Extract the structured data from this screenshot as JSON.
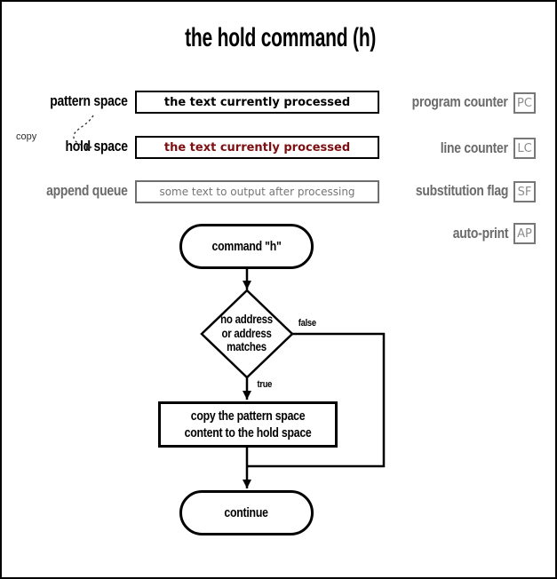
{
  "title": "the hold command (h)",
  "left_registers": [
    {
      "label": "pattern space",
      "value": "the text currently processed"
    },
    {
      "label": "hold space",
      "value": "the text currently processed"
    },
    {
      "label": "append queue",
      "value": "some text to output after processing"
    }
  ],
  "copy_arrow_label": "copy",
  "right_registers": [
    {
      "label": "program counter",
      "abbr": "PC"
    },
    {
      "label": "line counter",
      "abbr": "LC"
    },
    {
      "label": "substitution flag",
      "abbr": "SF"
    },
    {
      "label": "auto-print",
      "abbr": "AP"
    }
  ],
  "flowchart": {
    "start_label": "command \"h\"",
    "decision_label": "no address\nor address\nmatches",
    "true_label": "true",
    "false_label": "false",
    "process_label": "copy the pattern space\ncontent to the hold space",
    "end_label": "continue"
  },
  "colors": {
    "ink": "#000000",
    "hold_space_text": "#7d0f12",
    "muted_gray": "#6a6a6a"
  }
}
